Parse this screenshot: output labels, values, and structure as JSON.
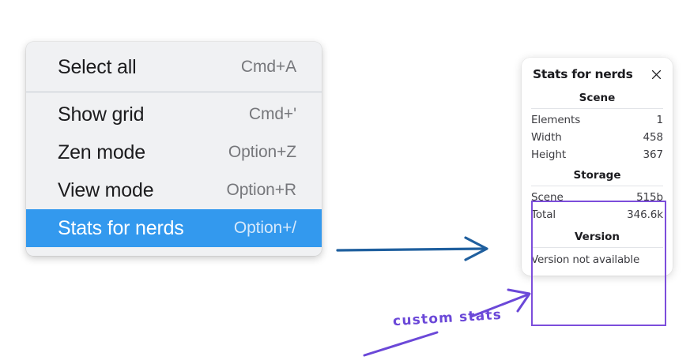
{
  "colors": {
    "menu_background": "#f0f1f3",
    "menu_highlight": "#3399ee",
    "menu_label": "#1c1c1e",
    "menu_shortcut": "#76777b",
    "panel_background": "#ffffff",
    "annotation_purple": "#6b48d8",
    "highlight_box_purple": "#7c4ddb",
    "arrow_blue": "#1f5f9e"
  },
  "context_menu": {
    "sections": [
      {
        "items": [
          {
            "label": "Select all",
            "shortcut": "Cmd+A",
            "selected": false
          }
        ]
      },
      {
        "items": [
          {
            "label": "Show grid",
            "shortcut": "Cmd+'",
            "selected": false
          },
          {
            "label": "Zen mode",
            "shortcut": "Option+Z",
            "selected": false
          },
          {
            "label": "View mode",
            "shortcut": "Option+R",
            "selected": false
          },
          {
            "label": "Stats for nerds",
            "shortcut": "Option+/",
            "selected": true
          }
        ]
      }
    ]
  },
  "stats_panel": {
    "title": "Stats for nerds",
    "close_icon": "close-icon",
    "scene": {
      "heading": "Scene",
      "rows": [
        {
          "key": "Elements",
          "value": "1"
        },
        {
          "key": "Width",
          "value": "458"
        },
        {
          "key": "Height",
          "value": "367"
        }
      ]
    },
    "storage": {
      "heading": "Storage",
      "rows": [
        {
          "key": "Scene",
          "value": "515b"
        },
        {
          "key": "Total",
          "value": "346.6k"
        }
      ]
    },
    "version": {
      "heading": "Version",
      "note": "Version not available"
    }
  },
  "annotations": {
    "custom_stats_label": "custom stats",
    "blue_arrow": "arrow-right-icon",
    "purple_arrow": "arrow-up-right-icon",
    "purple_tail": "line-segment"
  }
}
